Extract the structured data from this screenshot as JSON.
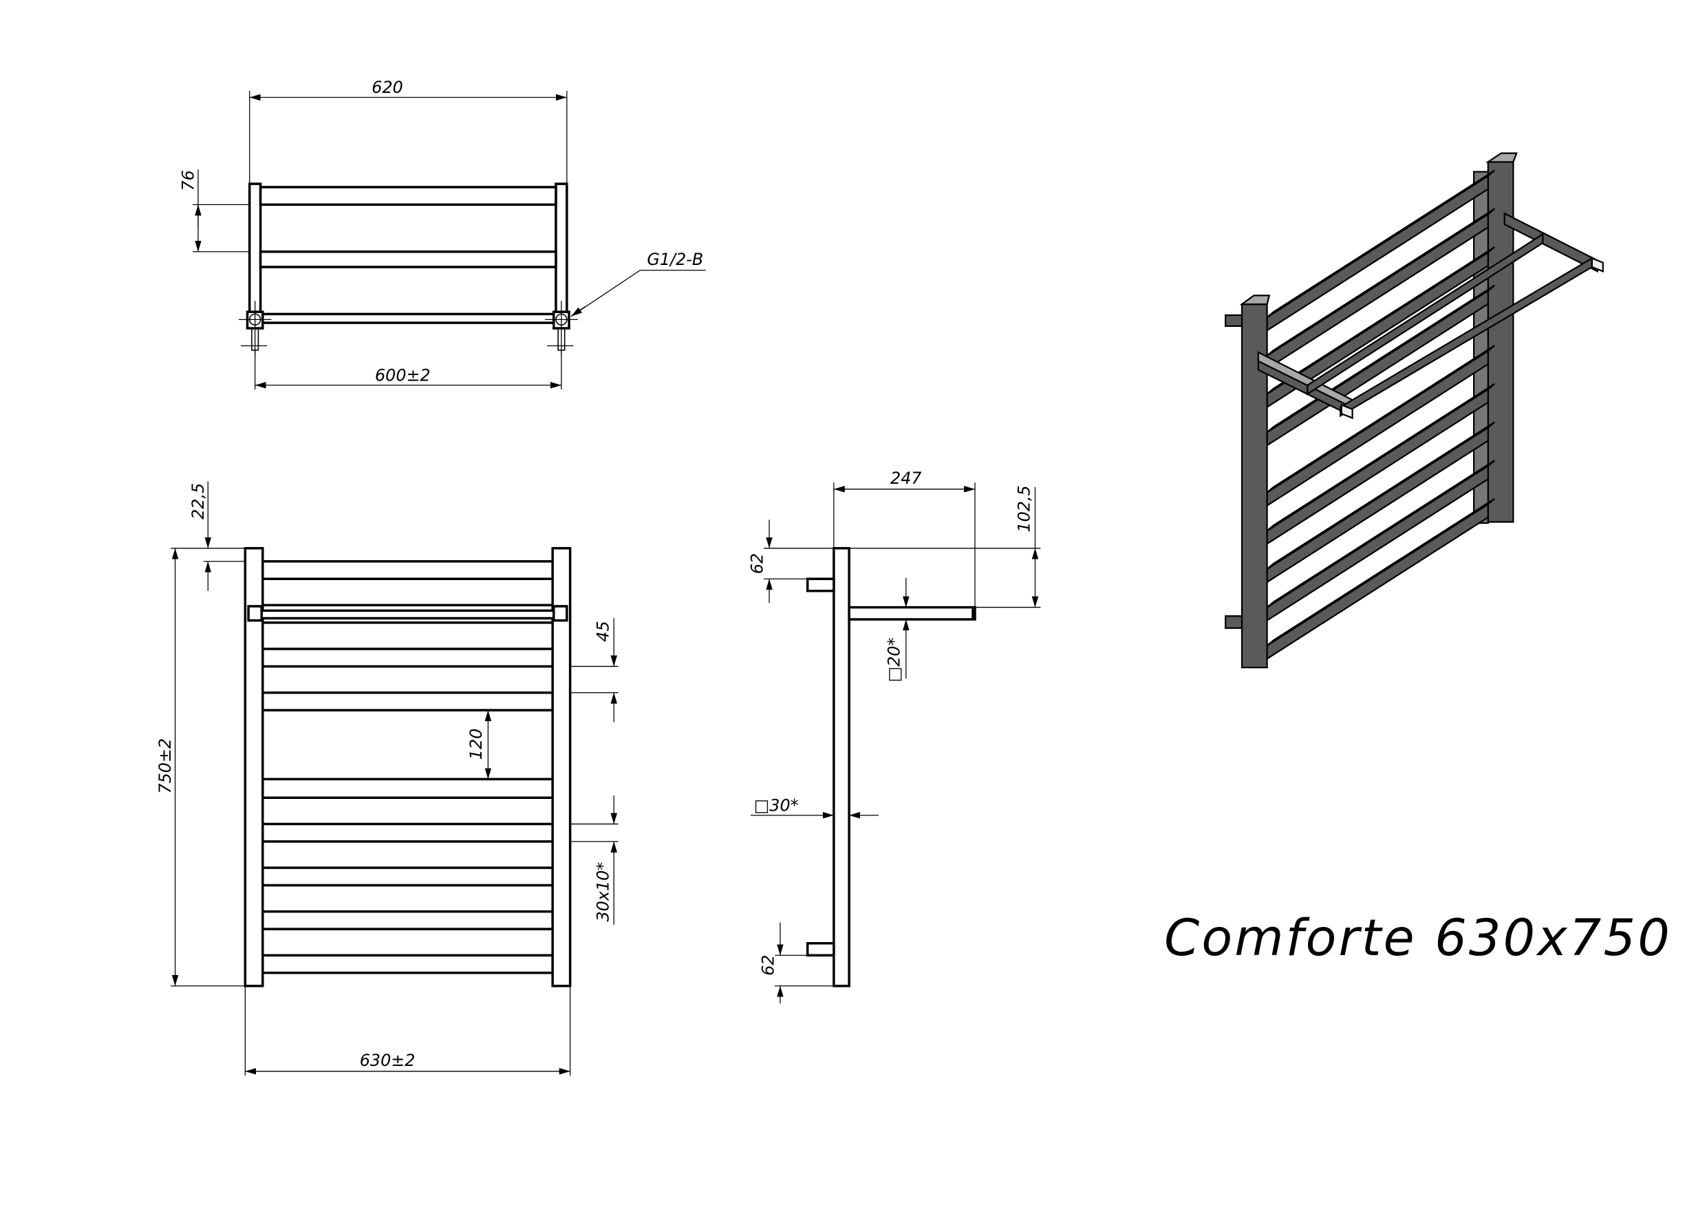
{
  "title": "Comforte 630x750",
  "top_view": {
    "width_overall": "620",
    "rail_spacing": "76",
    "connection": "G1/2-B",
    "center_distance": "600±2"
  },
  "front_view": {
    "top_offset": "22,5",
    "height": "750±2",
    "rail_gap": "45",
    "gap_large": "120",
    "rail_profile": "30x10*",
    "width": "630±2"
  },
  "side_view": {
    "shelf_depth": "247",
    "shelf_height": "102,5",
    "bracket_top": "62",
    "bracket_bottom": "62",
    "shelf_profile": "□20*",
    "post_profile": "□30*"
  },
  "colors": {
    "line": "#000000",
    "iso_face": "#5a5a5a",
    "iso_top": "#a8a8a8"
  }
}
